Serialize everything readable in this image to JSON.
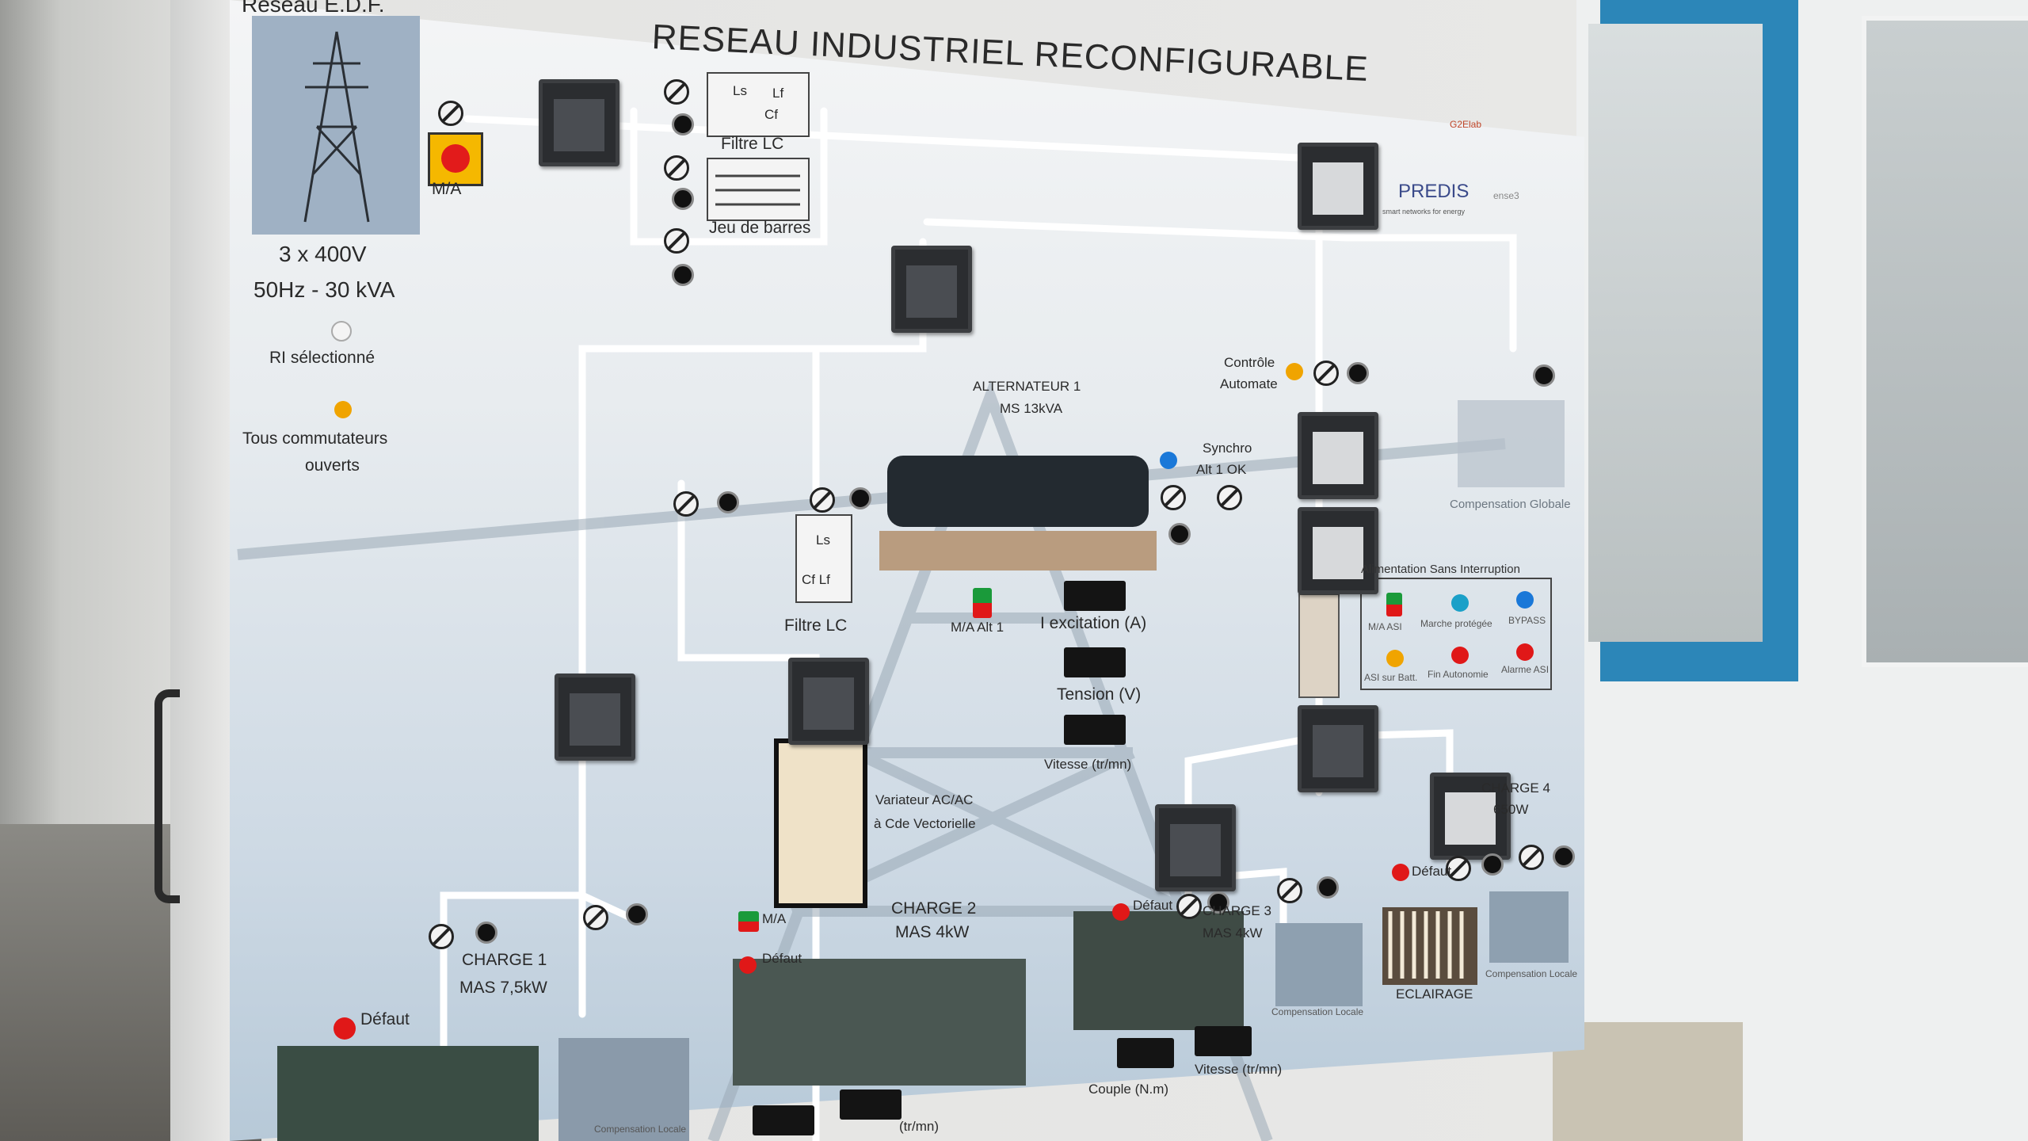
{
  "title": "RESEAU INDUSTRIEL RECONFIGURABLE",
  "top_left_label": "Réseau E.D.F.",
  "supply": {
    "line1": "3 x 400V",
    "line2": "50Hz - 30 kVA",
    "switch_label": "M/A"
  },
  "indicators": {
    "ri_selected": "RI sélectionné",
    "all_open_1": "Tous commutateurs",
    "all_open_2": "ouverts"
  },
  "filters": {
    "filter_top": "Filtre LC",
    "bus": "Jeu de barres",
    "filter_mid": "Filtre LC",
    "ls": "Ls",
    "lf": "Lf",
    "cf": "Cf",
    "cflf": "Cf Lf"
  },
  "logos": {
    "predis": "PREDIS",
    "predis_sub": "smart networks for energy",
    "g2elab": "G2Elab",
    "ense3": "ense3"
  },
  "alternator": {
    "title_1": "ALTERNATEUR 1",
    "title_2": "MS 13kVA",
    "synchro_1": "Synchro",
    "synchro_2": "Alt 1  OK",
    "ma": "M/A Alt 1",
    "excitation": "I excitation (A)",
    "tension": "Tension (V)",
    "vitesse": "Vitesse (tr/mn)"
  },
  "control": {
    "controle_1": "Contrôle",
    "controle_2": "Automate"
  },
  "compensation_globale": "Compensation Globale",
  "ups": {
    "title": "Alimentation Sans Interruption",
    "ma_asi": "M/A ASI",
    "marche": "Marche protégée",
    "bypass": "BYPASS",
    "asi_batt": "ASI sur Batt.",
    "fin": "Fin Autonomie",
    "alarme": "Alarme ASI"
  },
  "variator": {
    "line1": "Variateur AC/AC",
    "line2": "à Cde Vectorielle"
  },
  "charge1": {
    "line1": "CHARGE 1",
    "line2": "MAS 7,5kW",
    "fault": "Défaut",
    "comp": "Compensation Locale"
  },
  "charge2": {
    "line1": "CHARGE 2",
    "line2": "MAS 4kW",
    "ma": "M/A",
    "fault": "Défaut",
    "speed": "(tr/mn)"
  },
  "charge3": {
    "line1": "CHARGE 3",
    "line2": "MAS 4kW",
    "fault": "Défaut",
    "couple": "Couple (N.m)",
    "vitesse": "Vitesse (tr/mn)",
    "comp": "Compensation Locale"
  },
  "charge4": {
    "line1": "CHARGE 4",
    "line2": "650W",
    "fault": "Défaut",
    "eclairage": "ECLAIRAGE",
    "comp": "Compensation Locale"
  },
  "colors": {
    "frame_blue": "#2c86b8",
    "lamp_orange": "#f0a400",
    "lamp_red": "#e01818",
    "lamp_blue": "#1a78d8",
    "lamp_green": "#1a9a3a"
  }
}
